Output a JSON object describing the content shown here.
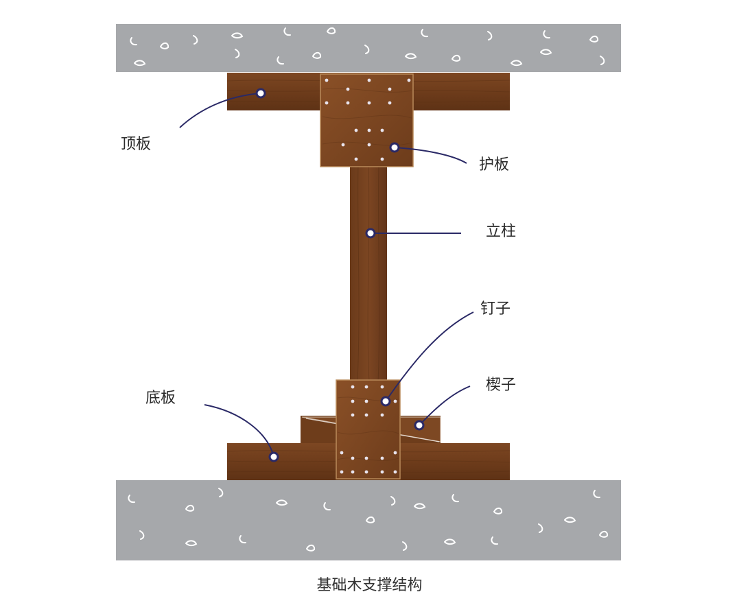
{
  "caption": "基础木支撑结构",
  "labels": {
    "top_plate": "顶板",
    "guard_plate": "护板",
    "column": "立柱",
    "nails": "钉子",
    "wedge": "楔子",
    "bottom_plate": "底板"
  },
  "colors": {
    "concrete": "#a6a8ab",
    "wood": "#7a4420",
    "wood_dark": "#5a3014",
    "wood_light": "#8c5428",
    "leader": "#2a2966",
    "nail": "#e8e4ee",
    "marks": "#ffffff"
  }
}
